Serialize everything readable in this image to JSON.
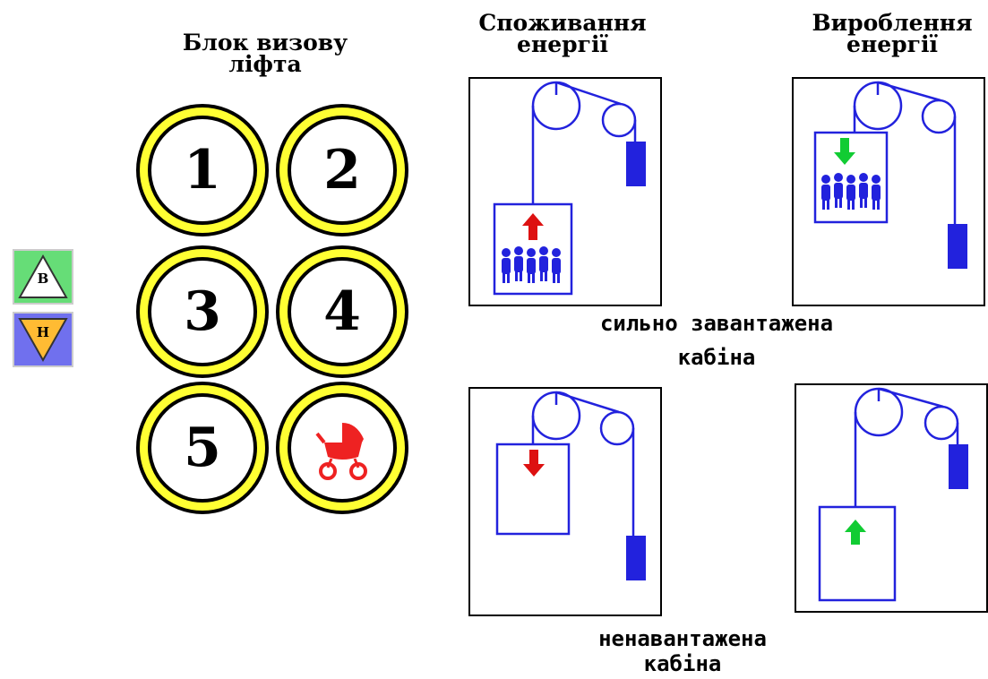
{
  "call_panel": {
    "title_line1": "Блок визову",
    "title_line2": "ліфта",
    "buttons": [
      "1",
      "2",
      "3",
      "4",
      "5"
    ],
    "stroller_icon": "stroller-icon"
  },
  "direction_buttons": {
    "up_label": "В",
    "down_label": "Н",
    "up_bg": "#66dd77",
    "down_bg": "#7070ee"
  },
  "headers": {
    "consumption_line1": "Споживання",
    "consumption_line2": "енергії",
    "generation_line1": "Вироблення",
    "generation_line2": "енергії"
  },
  "captions": {
    "heavy_line1": "сильно завантажена",
    "heavy_line2": "кабіна",
    "empty_line1": "ненавантажена",
    "empty_line2": "кабіна"
  },
  "colors": {
    "button_ring": "#ffff33",
    "diagram_line": "#2222dd",
    "arrow_up_consumption": "#dd1111",
    "arrow_down_generation": "#11cc33"
  }
}
